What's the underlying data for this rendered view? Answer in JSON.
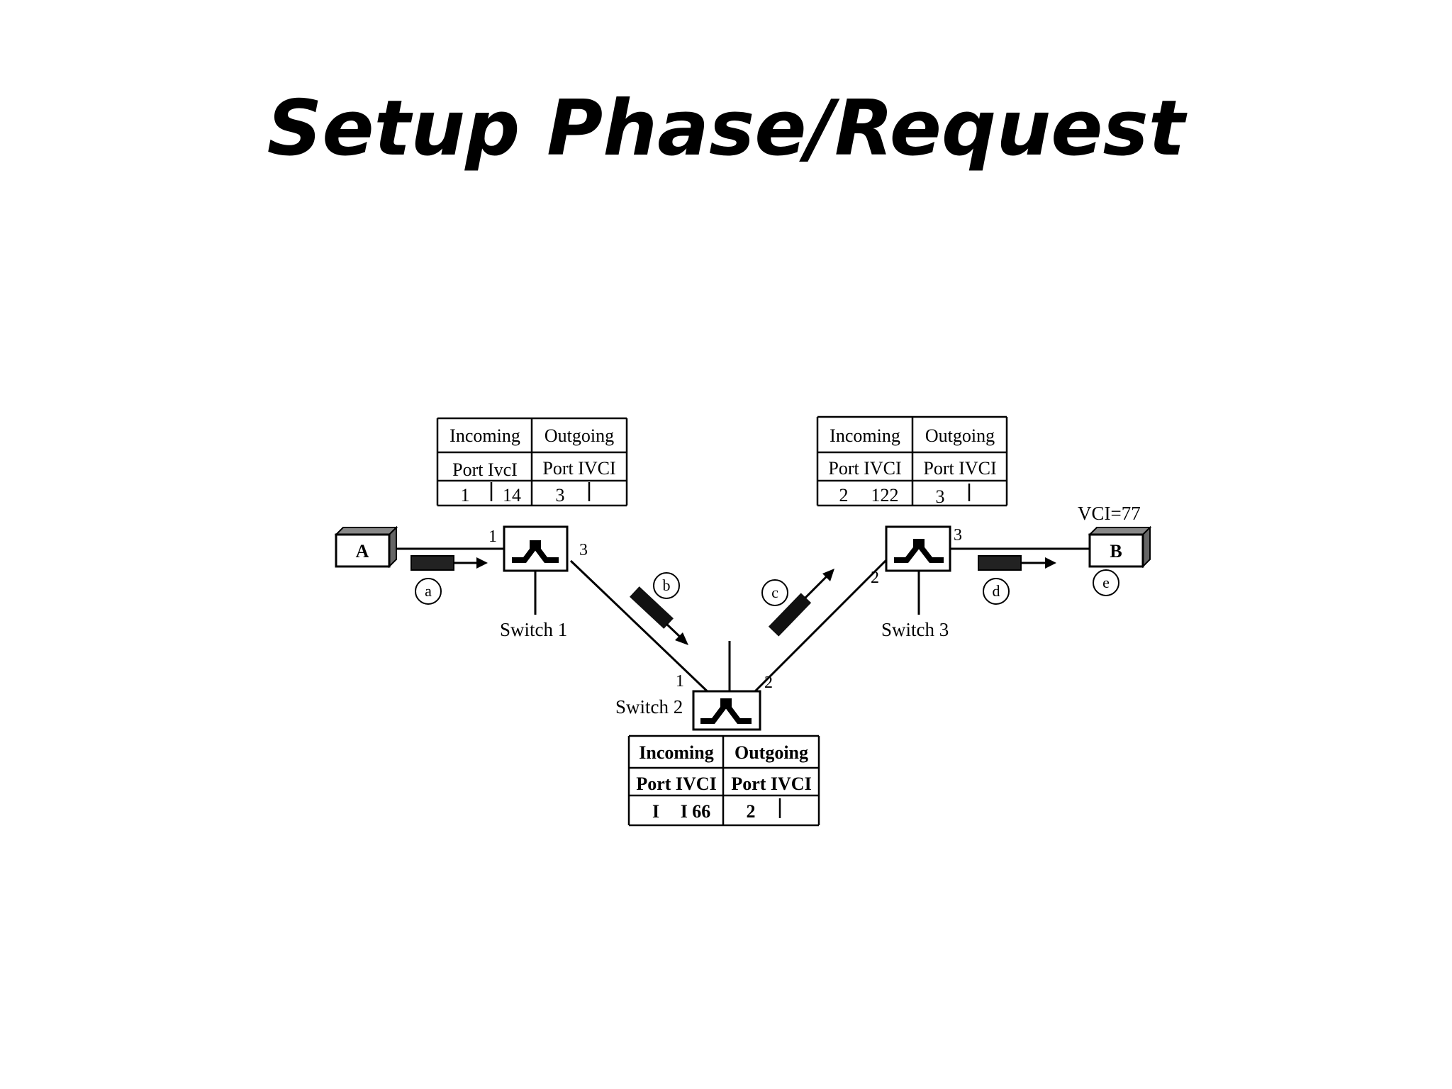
{
  "title": "Setup Phase/Request",
  "hosts": {
    "a": "A",
    "b": "B",
    "vci_label": "VCI=77"
  },
  "switches": {
    "s1": "Switch 1",
    "s2": "Switch 2",
    "s3": "Switch 3"
  },
  "ports": {
    "s1_left": "1",
    "s1_right": "3",
    "s2_left": "1",
    "s2_right": "2",
    "s3_left": "2",
    "s3_right": "3"
  },
  "steps": [
    "a",
    "b",
    "c",
    "d",
    "e"
  ],
  "tables": {
    "t1": {
      "incoming": "Incoming",
      "outgoing": "Outgoing",
      "in_sub": "Port IvcI",
      "out_sub": "Port IVCI",
      "in_port": "1",
      "in_vci": "14",
      "out_port": "3"
    },
    "t2": {
      "incoming": "Incoming",
      "outgoing": "Outgoing",
      "in_sub": "Port IVCI",
      "out_sub": "Port IVCI",
      "in_port": "I",
      "in_vci": "I 66",
      "out_port": "2"
    },
    "t3": {
      "incoming": "Incoming",
      "outgoing": "Outgoing",
      "in_sub": "Port IVCI",
      "out_sub": "Port IVCI",
      "in_port": "2",
      "in_vci": "122",
      "out_port": "3"
    }
  }
}
